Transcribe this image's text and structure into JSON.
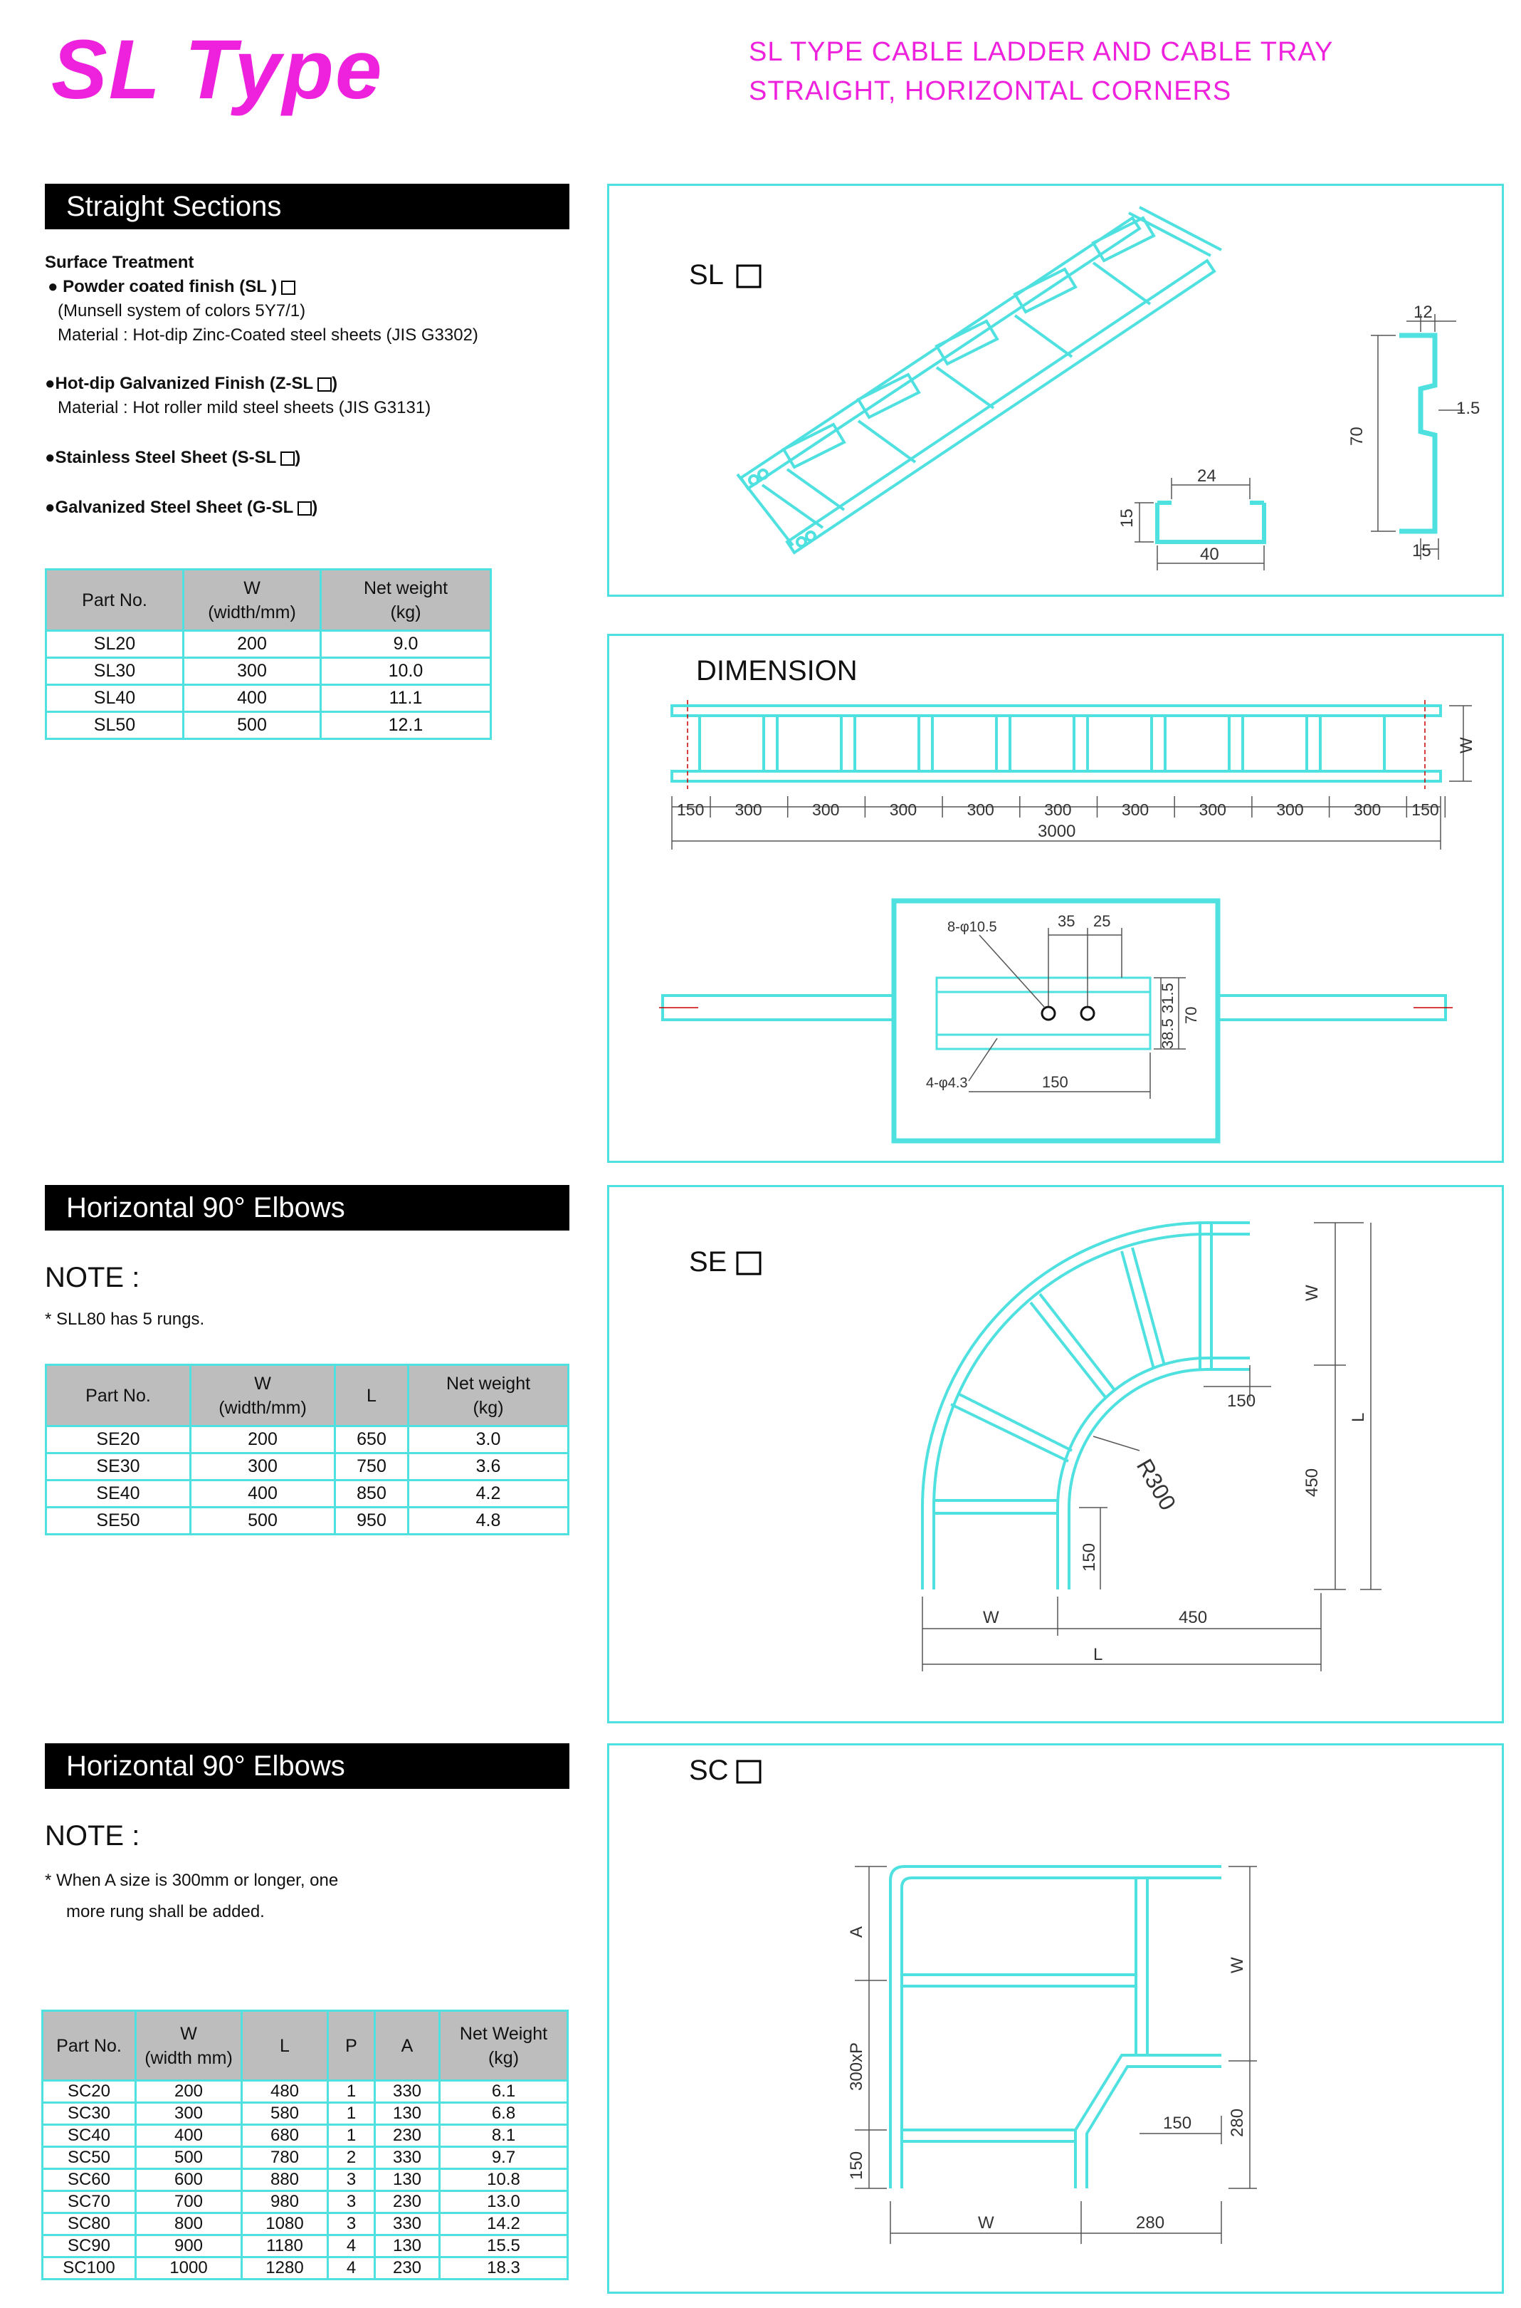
{
  "header": {
    "title": "SL Type",
    "subtitle_line1": "SL TYPE CABLE LADDER AND CABLE TRAY",
    "subtitle_line2": "STRAIGHT, HORIZONTAL CORNERS"
  },
  "colors": {
    "title": "#ee22dd",
    "accent": "#4fe0e0",
    "table_header": "#bdbdbd"
  },
  "straight": {
    "heading": "Straight Sections",
    "surface_title": "Surface Treatment",
    "powder": "● Powder coated finish (SL    )",
    "munsell": "(Munsell system of colors 5Y7/1)",
    "powder_material": "Material : Hot-dip Zinc-Coated steel sheets (JIS G3302)",
    "hotdip": "●Hot-dip Galvanized Finish (Z-SL",
    "hotdip_close": ")",
    "hotdip_material": "Material : Hot roller mild steel sheets (JIS G3131)",
    "stainless": "●Stainless Steel Sheet (S-SL",
    "stainless_close": ")",
    "galv": "●Galvanized Steel Sheet (G-SL",
    "galv_close": ")",
    "table_headers": [
      "Part No.",
      "W",
      "(width/mm)",
      "Net weight",
      "(kg)"
    ],
    "rows": [
      [
        "SL20",
        "200",
        "9.0"
      ],
      [
        "SL30",
        "300",
        "10.0"
      ],
      [
        "SL40",
        "400",
        "11.1"
      ],
      [
        "SL50",
        "500",
        "12.1"
      ]
    ]
  },
  "sl_diagram": {
    "label": "SL",
    "dim_24": "24",
    "dim_15": "15",
    "dim_40": "40",
    "dim_12": "12",
    "dim_70": "70",
    "dim_1_5": "1.5",
    "dim_15b": "15"
  },
  "dimension": {
    "label": "DIMENSION",
    "w": "W",
    "segments": [
      "150",
      "300",
      "300",
      "300",
      "300",
      "300",
      "300",
      "300",
      "300",
      "300",
      "150"
    ],
    "total": "3000",
    "holes_8": "8-φ10.5",
    "d35": "35",
    "d25": "25",
    "d31_5": "31.5",
    "d38_5": "38.5",
    "d70": "70",
    "holes_4": "4-φ4.3",
    "d150": "150"
  },
  "se": {
    "heading": "Horizontal 90° Elbows",
    "note_title": "NOTE :",
    "note": "* SLL80 has 5 rungs.",
    "label": "SE",
    "table_headers": [
      "Part No.",
      "W",
      "(width/mm)",
      "L",
      "Net weight",
      "(kg)"
    ],
    "rows": [
      [
        "SE20",
        "200",
        "650",
        "3.0"
      ],
      [
        "SE30",
        "300",
        "750",
        "3.6"
      ],
      [
        "SE40",
        "400",
        "850",
        "4.2"
      ],
      [
        "SE50",
        "500",
        "950",
        "4.8"
      ]
    ],
    "dim_w_right": "W",
    "dim_l_right": "L",
    "dim_450_right": "450",
    "dim_150_top": "150",
    "r300": "R300",
    "dim_150_left": "150",
    "dim_w_bottom": "W",
    "dim_450_bottom": "450",
    "dim_l_bottom": "L"
  },
  "sc": {
    "heading": "Horizontal 90° Elbows",
    "note_title": "NOTE :",
    "note_line1": "* When A size is 300mm or longer, one",
    "note_line2": "more rung shall be added.",
    "label": "SC",
    "table_headers": [
      "Part No.",
      "W",
      "(width mm)",
      "L",
      "P",
      "A",
      "Net Weight",
      "(kg)"
    ],
    "rows": [
      [
        "SC20",
        "200",
        "480",
        "1",
        "330",
        "6.1"
      ],
      [
        "SC30",
        "300",
        "580",
        "1",
        "130",
        "6.8"
      ],
      [
        "SC40",
        "400",
        "680",
        "1",
        "230",
        "8.1"
      ],
      [
        "SC50",
        "500",
        "780",
        "2",
        "330",
        "9.7"
      ],
      [
        "SC60",
        "600",
        "880",
        "3",
        "130",
        "10.8"
      ],
      [
        "SC70",
        "700",
        "980",
        "3",
        "230",
        "13.0"
      ],
      [
        "SC80",
        "800",
        "1080",
        "3",
        "330",
        "14.2"
      ],
      [
        "SC90",
        "900",
        "1180",
        "4",
        "130",
        "15.5"
      ],
      [
        "SC100",
        "1000",
        "1280",
        "4",
        "230",
        "18.3"
      ]
    ],
    "dim_a": "A",
    "dim_300xp": "300xP",
    "dim_150_left": "150",
    "dim_w_right": "W",
    "dim_280_right": "280",
    "dim_150_mid": "150",
    "dim_w_bottom": "W",
    "dim_280_bottom": "280"
  }
}
